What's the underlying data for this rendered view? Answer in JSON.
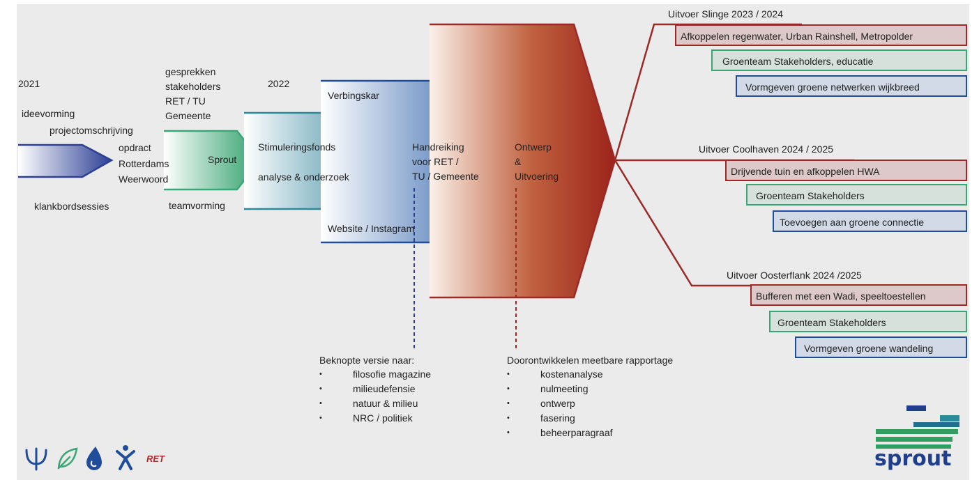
{
  "labels": {
    "y2021": "2021",
    "ideevorming": "ideevorming",
    "projectomschrijving": "projectomschrijving",
    "opdract": "opdract",
    "rotterdams": "Rotterdams",
    "weerwoord": "Weerwoord",
    "klankbord": "klankbordsessies",
    "gesprekken": [
      "gesprekken",
      "stakeholders",
      "RET / TU",
      "Gemeente"
    ],
    "sprout": "Sprout",
    "teamvorming": "teamvorming",
    "y2022": "2022",
    "stimuleringsfonds": "Stimuleringsfonds",
    "analyse": "analyse & onderzoek",
    "verbingskar": "Verbingskar",
    "handreiking": [
      "Handreiking",
      "voor RET /",
      "TU / Gemeente"
    ],
    "website": "Website / Instagram",
    "ontwerp": [
      "Ontwerp",
      "&",
      "Uitvoering"
    ]
  },
  "branches": [
    {
      "title": "Uitvoer Slinge 2023 / 2024",
      "items": [
        "Afkoppelen regenwater, Urban Rainshell, Metropolder",
        "Groenteam Stakeholders, educatie",
        "Vormgeven groene netwerken wijkbreed"
      ]
    },
    {
      "title": "Uitvoer Coolhaven 2024 / 2025",
      "items": [
        "Drijvende tuin en afkoppelen HWA",
        "Groenteam Stakeholders",
        "Toevoegen aan groene connectie"
      ]
    },
    {
      "title": "Uitvoer Oosterflank 2024 /2025",
      "items": [
        "Bufferen met een Wadi, speeltoestellen",
        "Groenteam Stakeholders",
        "Vormgeven groene wandeling"
      ]
    }
  ],
  "notes": {
    "left": {
      "heading": "Beknopte versie naar:",
      "items": [
        "filosofie magazine",
        "milieudefensie",
        "natuur & milieu",
        "NRC / politiek"
      ]
    },
    "right": {
      "heading": "Doorontwikkelen meetbare rapportage",
      "items": [
        "kostenanalyse",
        "nulmeeting",
        "ontwerp",
        "fasering",
        "beheerparagraaf"
      ]
    }
  },
  "logos": {
    "ret": "RET",
    "sprout": "sprout"
  },
  "colors": {
    "red": "#9b2a27",
    "green": "#3aa676",
    "blue": "#1f4d99",
    "teal": "#2a8a9a",
    "background": "#ebebeb"
  }
}
